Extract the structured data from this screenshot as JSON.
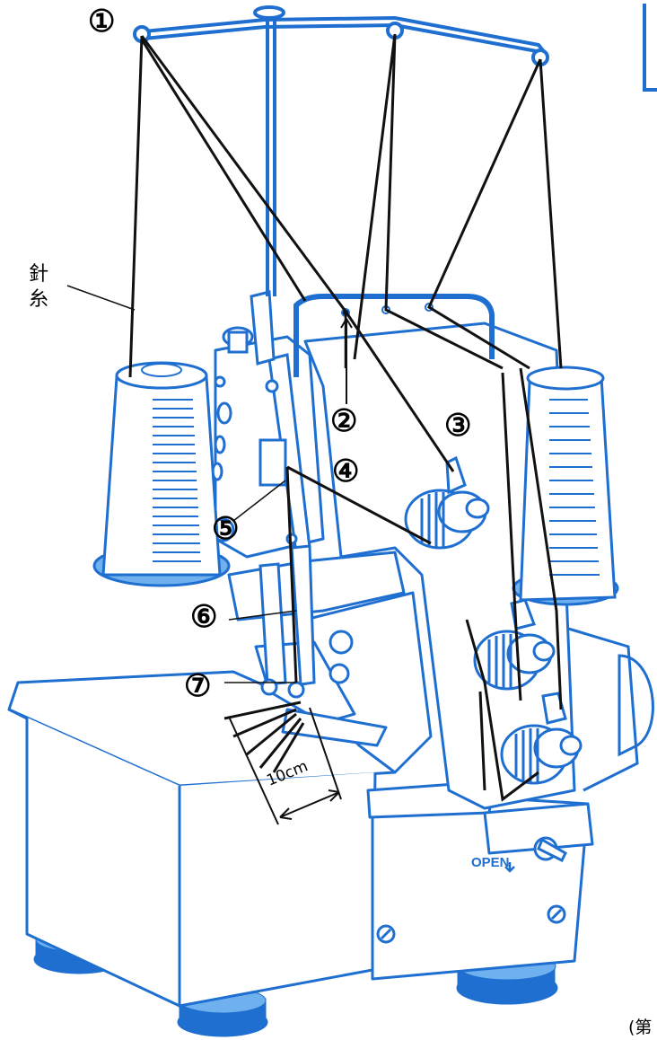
{
  "colors": {
    "machine_blue": "#1f6fd1",
    "thread_black": "#111111",
    "paper": "#ffffff"
  },
  "labels": {
    "callout_1": "①",
    "callout_2": "②",
    "callout_3": "③",
    "callout_4": "④",
    "callout_5": "⑤",
    "callout_6": "⑥",
    "callout_7": "⑦",
    "needle_thread_line1": "針",
    "needle_thread_line2": "糸",
    "measurement": "10cm",
    "open_label": "OPEN",
    "corner_note": "(第"
  }
}
